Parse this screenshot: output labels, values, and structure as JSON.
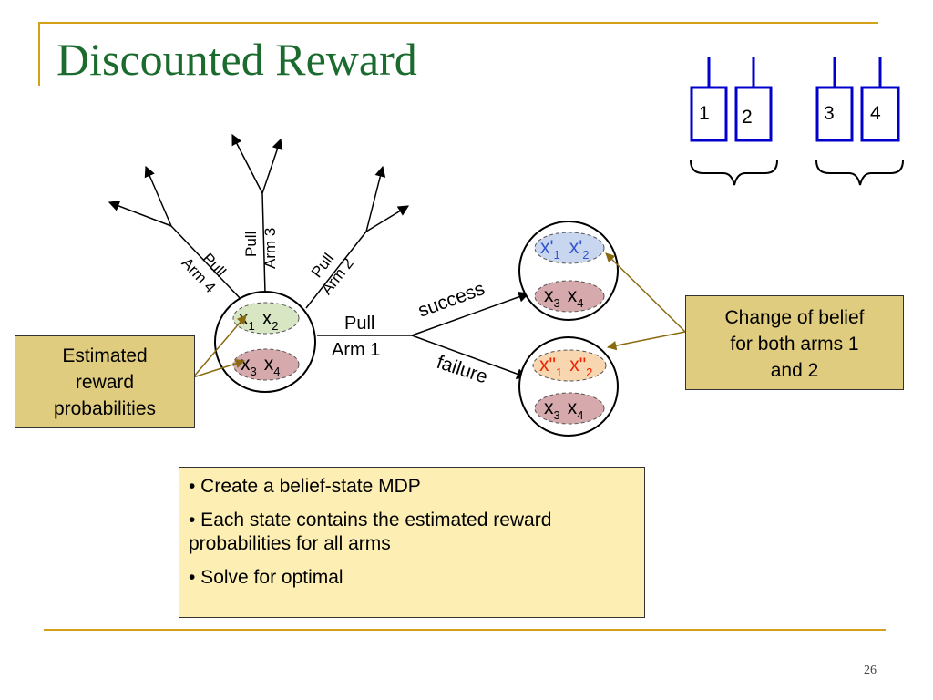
{
  "slide": {
    "title": "Discounted Reward",
    "page_number": "26"
  },
  "arms": {
    "labels": [
      "1",
      "2",
      "3",
      "4"
    ],
    "color": "#0000cc"
  },
  "tree": {
    "pull_arm_1": [
      "Pull",
      "Arm 1"
    ],
    "pull_arm_2": [
      "Pull",
      "Arm 2"
    ],
    "pull_arm_3": [
      "Pull",
      "Arm 3"
    ],
    "pull_arm_4": [
      "Pull",
      "Arm 4"
    ],
    "success_label": "success",
    "failure_label": "failure"
  },
  "root_state": {
    "pair1": [
      "x",
      "1",
      "x",
      "2"
    ],
    "pair2": [
      "x",
      "3",
      "x",
      "4"
    ]
  },
  "success_state": {
    "pair1": [
      "x'",
      "1",
      "x'",
      "2"
    ],
    "pair2": [
      "x",
      "3",
      "x",
      "4"
    ]
  },
  "failure_state": {
    "pair1": [
      "x\"",
      "1",
      "x\"",
      "2"
    ],
    "pair2": [
      "x",
      "3",
      "x",
      "4"
    ]
  },
  "callouts": {
    "estimated": [
      "Estimated",
      "reward",
      "probabilities"
    ],
    "change": [
      "Change of belief",
      "for both arms 1",
      "and 2"
    ]
  },
  "bullets": [
    "• Create a belief-state MDP",
    "• Each state contains the estimated reward probabilities for all arms",
    "• Solve for optimal"
  ],
  "colors": {
    "title": "#1b6b2f",
    "accent_line": "#d4a017",
    "callout_fill": "#e0cc7e",
    "bullet_fill": "#fdefb4",
    "green_ellipse": "#d8e6c4",
    "pink_ellipse": "#d6a9ad",
    "blue_ellipse": "#c8d6f0",
    "orange_ellipse": "#f8d6b0",
    "updated_blue_text": "#3355cc",
    "updated_red_text": "#ee2200",
    "pointer_arrow": "#8a6a10"
  }
}
